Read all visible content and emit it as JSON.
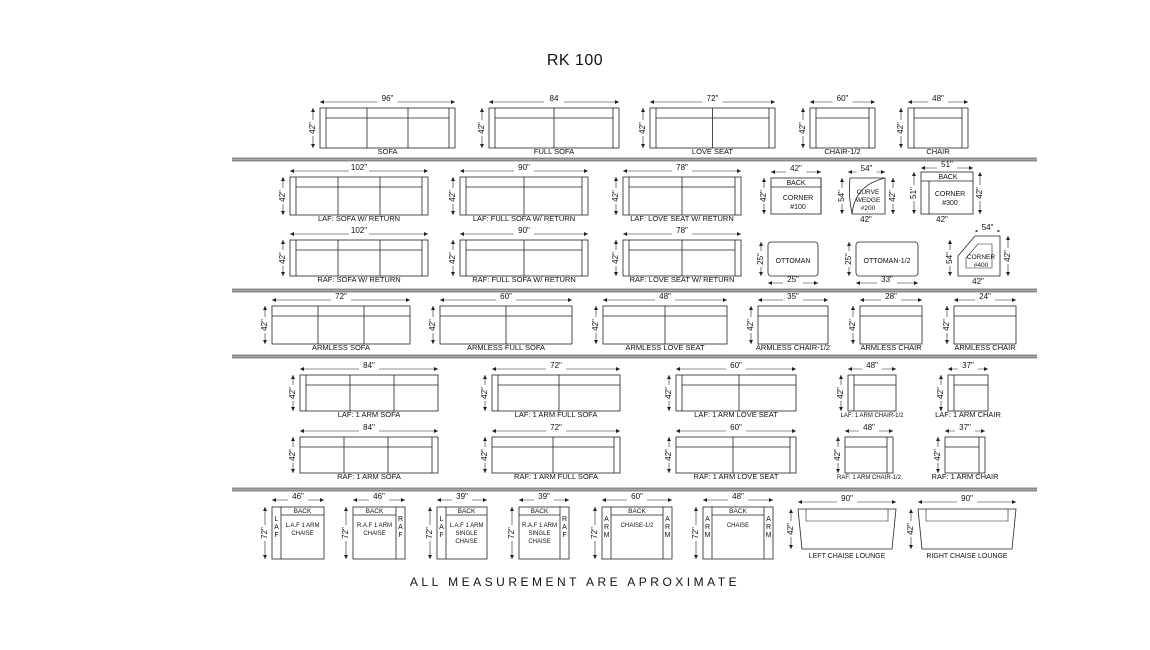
{
  "title": "RK 100",
  "footer": "ALL MEASUREMENT ARE APROXIMATE",
  "rows": [
    {
      "items": [
        {
          "label": "SOFA",
          "width": "96\"",
          "depth": "42\"",
          "seats": 3
        },
        {
          "label": "FULL SOFA",
          "width": "84",
          "depth": "42\"",
          "seats": 2
        },
        {
          "label": "LOVE SEAT",
          "width": "72\"",
          "depth": "42\"",
          "seats": 2
        },
        {
          "label": "CHAIR-1/2",
          "width": "60\"",
          "depth": "42\"",
          "seats": 1
        },
        {
          "label": "CHAIR",
          "width": "48\"",
          "depth": "42\"",
          "seats": 1
        }
      ]
    },
    {
      "items": [
        {
          "label": "LAF: SOFA W/ RETURN",
          "width": "102\"",
          "depth": "42\"",
          "seats": 3
        },
        {
          "label": "LAF: FULL SOFA W/ RETURN",
          "width": "90\"",
          "depth": "42\"",
          "seats": 2
        },
        {
          "label": "LAF: LOVE SEAT W/ RETURN",
          "width": "78\"",
          "depth": "42\"",
          "seats": 2
        }
      ],
      "specials": [
        {
          "kind": "corner",
          "top": "42\"",
          "side": "42\"",
          "lines": [
            "BACK",
            "CORNER",
            "#100"
          ]
        },
        {
          "kind": "wedge",
          "top": "54\"",
          "side": "54\"",
          "side2": "42\"",
          "bottom": "42\"",
          "lines": [
            "CURVE",
            "WEDGE",
            "#200"
          ]
        },
        {
          "kind": "corner3",
          "top": "51\"",
          "side": "51\"",
          "side2": "42\"",
          "bottom": "42\"",
          "lines": [
            "BACK",
            "CORNER",
            "#300"
          ]
        }
      ]
    },
    {
      "items": [
        {
          "label": "RAF: SOFA W/ RETURN",
          "width": "102\"",
          "depth": "42\"",
          "seats": 3
        },
        {
          "label": "RAF: FULL SOFA W/ RETURN",
          "width": "90\"",
          "depth": "42\"",
          "seats": 2
        },
        {
          "label": "RAF: LOVE SEAT W/ RETURN",
          "width": "78\"",
          "depth": "42\"",
          "seats": 2
        }
      ],
      "specials": [
        {
          "kind": "ottoman",
          "label": "OTTOMAN",
          "side": "25\"",
          "bottom": "25\""
        },
        {
          "kind": "ottoman2",
          "label": "OTTOMAN-1/2",
          "side": "25\"",
          "bottom": "33\""
        },
        {
          "kind": "corner400",
          "lines": [
            "CORNER",
            "#400"
          ],
          "top": "54\"",
          "side": "54\"",
          "side2": "42\"",
          "bottom": "42\""
        }
      ]
    },
    {
      "items": [
        {
          "label": "ARMLESS SOFA",
          "width": "72\"",
          "depth": "42\"",
          "seats": 3
        },
        {
          "label": "ARMLESS FULL SOFA",
          "width": "60\"",
          "depth": "42\"",
          "seats": 2
        },
        {
          "label": "ARMLESS LOVE SEAT",
          "width": "48\"",
          "depth": "42\"",
          "seats": 2
        },
        {
          "label": "ARMLESS CHAIR-1/2",
          "width": "35\"",
          "depth": "42\"",
          "seats": 1
        },
        {
          "label": "ARMLESS CHAIR",
          "width": "28\"",
          "depth": "42\"",
          "seats": 1
        },
        {
          "label": "ARMLESS CHAIR",
          "width": "24\"",
          "depth": "42\"",
          "seats": 1
        }
      ]
    },
    {
      "items": [
        {
          "label": "LAF: 1 ARM SOFA",
          "width": "84\"",
          "depth": "42\"",
          "seats": 3
        },
        {
          "label": "LAF: 1 ARM FULL SOFA",
          "width": "72\"",
          "depth": "42\"",
          "seats": 2
        },
        {
          "label": "LAF: 1 ARM LOVE SEAT",
          "width": "60\"",
          "depth": "42\"",
          "seats": 2
        },
        {
          "label": "LAF: 1 ARM CHAIR-1/2",
          "width": "48\"",
          "depth": "42\"",
          "seats": 1
        },
        {
          "label": "LAF: 1 ARM CHAIR",
          "width": "37\"",
          "depth": "42\"",
          "seats": 1
        }
      ]
    },
    {
      "items": [
        {
          "label": "RAF: 1 ARM SOFA",
          "width": "84\"",
          "depth": "42\"",
          "seats": 3
        },
        {
          "label": "RAF: 1 ARM FULL SOFA",
          "width": "72\"",
          "depth": "42\"",
          "seats": 2
        },
        {
          "label": "RAF: 1 ARM LOVE SEAT",
          "width": "60\"",
          "depth": "42\"",
          "seats": 2
        },
        {
          "label": "RAF: 1 ARM CHAIR-1/2",
          "width": "48\"",
          "depth": "42\"",
          "seats": 1
        },
        {
          "label": "RAF: 1 ARM CHAIR",
          "width": "37\"",
          "depth": "42\"",
          "seats": 1
        }
      ]
    },
    {
      "items": [
        {
          "kind": "chaise",
          "width": "46\"",
          "depth": "72\"",
          "back": "BACK",
          "arm_left": "LAF",
          "lines": [
            "L.A.F 1 ARM",
            "CHAISE"
          ]
        },
        {
          "kind": "chaise",
          "width": "46\"",
          "depth": "72\"",
          "back": "BACK",
          "arm_right": "RAF",
          "lines": [
            "R.A.F 1 ARM",
            "CHAISE"
          ]
        },
        {
          "kind": "chaise",
          "width": "39\"",
          "depth": "72\"",
          "back": "BACK",
          "arm_left": "LAF",
          "lines": [
            "L.A.F 1 ARM",
            "SINGLE",
            "CHAISE"
          ]
        },
        {
          "kind": "chaise",
          "width": "39\"",
          "depth": "72\"",
          "back": "BACK",
          "arm_right": "RAF",
          "lines": [
            "R.A.F 1 ARM",
            "SINGLE",
            "CHAISE"
          ]
        },
        {
          "kind": "chaise",
          "width": "60\"",
          "depth": "72\"",
          "back": "BACK",
          "arm_left": "ARM",
          "arm_right": "ARM",
          "lines": [
            "CHAISE-1/2"
          ]
        },
        {
          "kind": "chaise",
          "width": "48\"",
          "depth": "72\"",
          "back": "BACK",
          "arm_left": "ARM",
          "arm_right": "ARM",
          "lines": [
            "CHAISE"
          ]
        },
        {
          "kind": "lounge",
          "width": "90\"",
          "depth": "42\"",
          "label": "LEFT CHAISE LOUNGE"
        },
        {
          "kind": "lounge",
          "width": "90\"",
          "depth": "42\"",
          "label": "RIGHT CHAISE LOUNGE"
        }
      ]
    }
  ]
}
